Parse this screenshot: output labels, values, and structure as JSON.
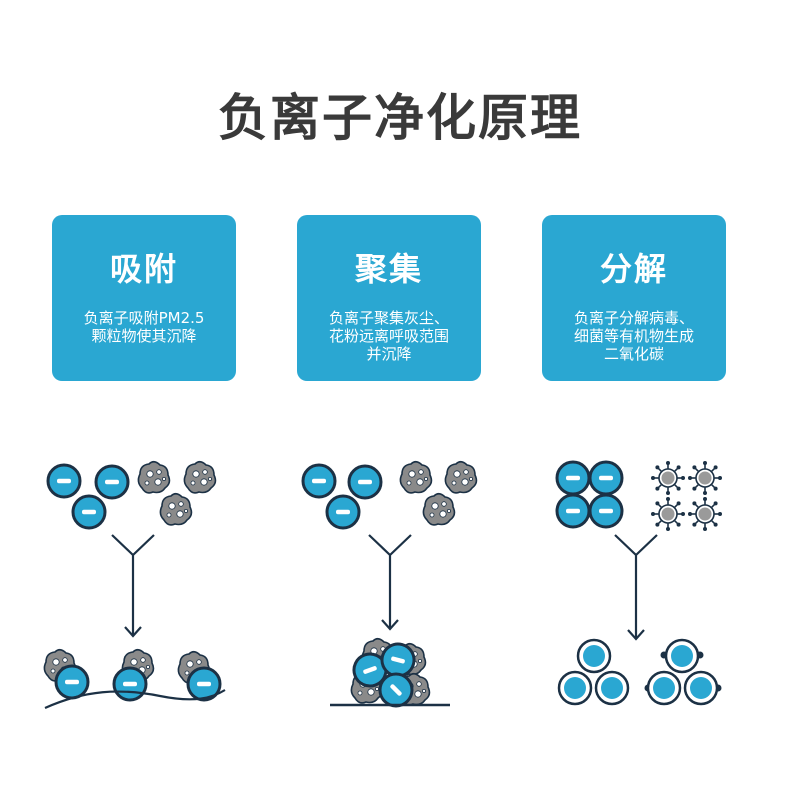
{
  "title": "负离子净化原理",
  "cards": [
    {
      "title": "吸附",
      "desc": "负离子吸附PM2.5\n颗粒物使其沉降"
    },
    {
      "title": "聚集",
      "desc": "负离子聚集灰尘、\n花粉远离呼吸范围\n并沉降"
    },
    {
      "title": "分解",
      "desc": "负离子分解病毒、\n细菌等有机物生成\n二氧化碳"
    }
  ],
  "colors": {
    "card": "#2aa7d2",
    "ion": "#2aa7d2",
    "ion_outline": "#1c3145",
    "particle": "#8a8a8a",
    "line": "#1c3145",
    "title": "#3a3a3a"
  },
  "icons": [
    "negative-ion-icon",
    "dust-particle-icon",
    "virus-icon",
    "arrow-down-icon"
  ]
}
